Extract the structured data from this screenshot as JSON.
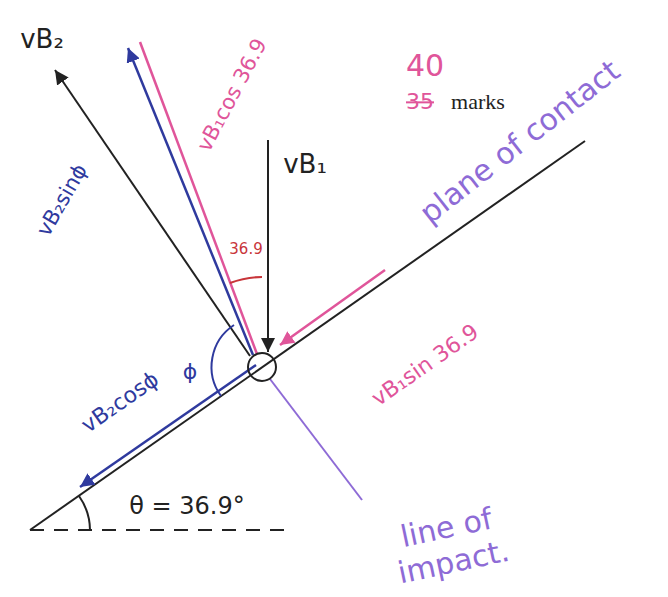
{
  "diagram": {
    "labels": [
      "40",
      "35",
      "marks",
      "vB₁cos 36.9",
      "vB₁",
      "36.9",
      "vB₂",
      "vB₂sinϕ",
      "ϕ",
      "plane of contact",
      "vB₁sin 36.9",
      "vB₂cosϕ",
      "θ = 36.9°",
      "line of impact."
    ]
  }
}
